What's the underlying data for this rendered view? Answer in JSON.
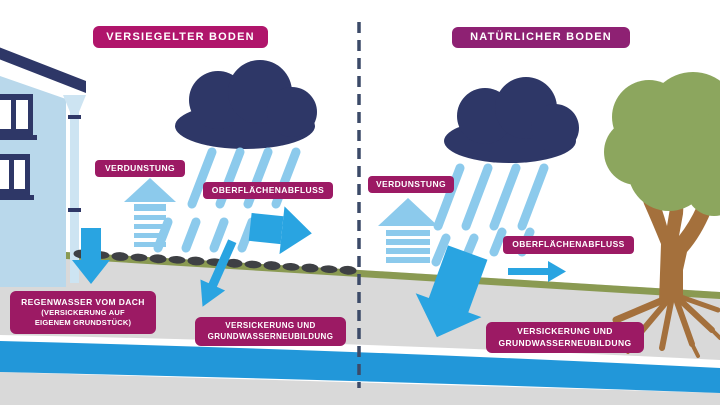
{
  "colors": {
    "badge_magenta": "#9c1a64",
    "title_left_bg": "#b0156b",
    "title_right_bg": "#8e2173",
    "cloud_navy": "#2e3767",
    "arrow_blue": "#29a4e1",
    "rain_light_blue": "#8ccaec",
    "house_wall": "#b9d8eb",
    "pipe_blue": "#cde4f2",
    "ground_gray": "#d9d9d9",
    "surface_olive": "#8a9a52",
    "asphalt_dark": "#3e4044",
    "tree_green": "#8ca65e",
    "trunk_brown": "#a4703c",
    "water_blue": "#2297d9",
    "divider_navy": "#3c4a68"
  },
  "left_panel": {
    "title": "VERSIEGELTER BODEN",
    "verdunstung_label": "VERDUNSTUNG",
    "oberflaechenabfluss_label": "OBERFLÄCHENABFLUSS",
    "regenwasser_label_line1": "REGENWASSER VOM DACH",
    "regenwasser_label_line2": "(VERSICKERUNG AUF",
    "regenwasser_label_line3": "EIGENEM GRUNDSTÜCK)",
    "versickerung_label_line1": "VERSICKERUNG UND",
    "versickerung_label_line2": "GRUNDWASSERNEUBILDUNG"
  },
  "right_panel": {
    "title": "NATÜRLICHER BODEN",
    "verdunstung_label": "VERDUNSTUNG",
    "oberflaechenabfluss_label": "OBERFLÄCHENABFLUSS",
    "versickerung_label_line1": "VERSICKERUNG UND",
    "versickerung_label_line2": "GRUNDWASSERNEUBILDUNG"
  }
}
